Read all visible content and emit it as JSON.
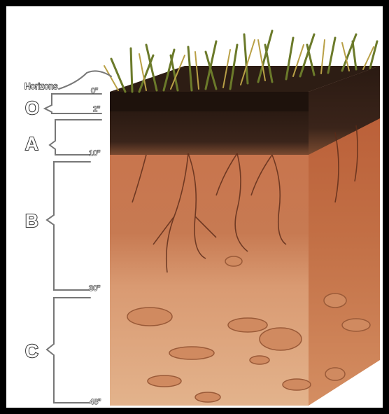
{
  "labels": {
    "title": "Horizons",
    "horizons": [
      "O",
      "A",
      "B",
      "C"
    ],
    "depths": [
      "0\"",
      "2\"",
      "10\"",
      "30\"",
      "48\""
    ]
  }
}
